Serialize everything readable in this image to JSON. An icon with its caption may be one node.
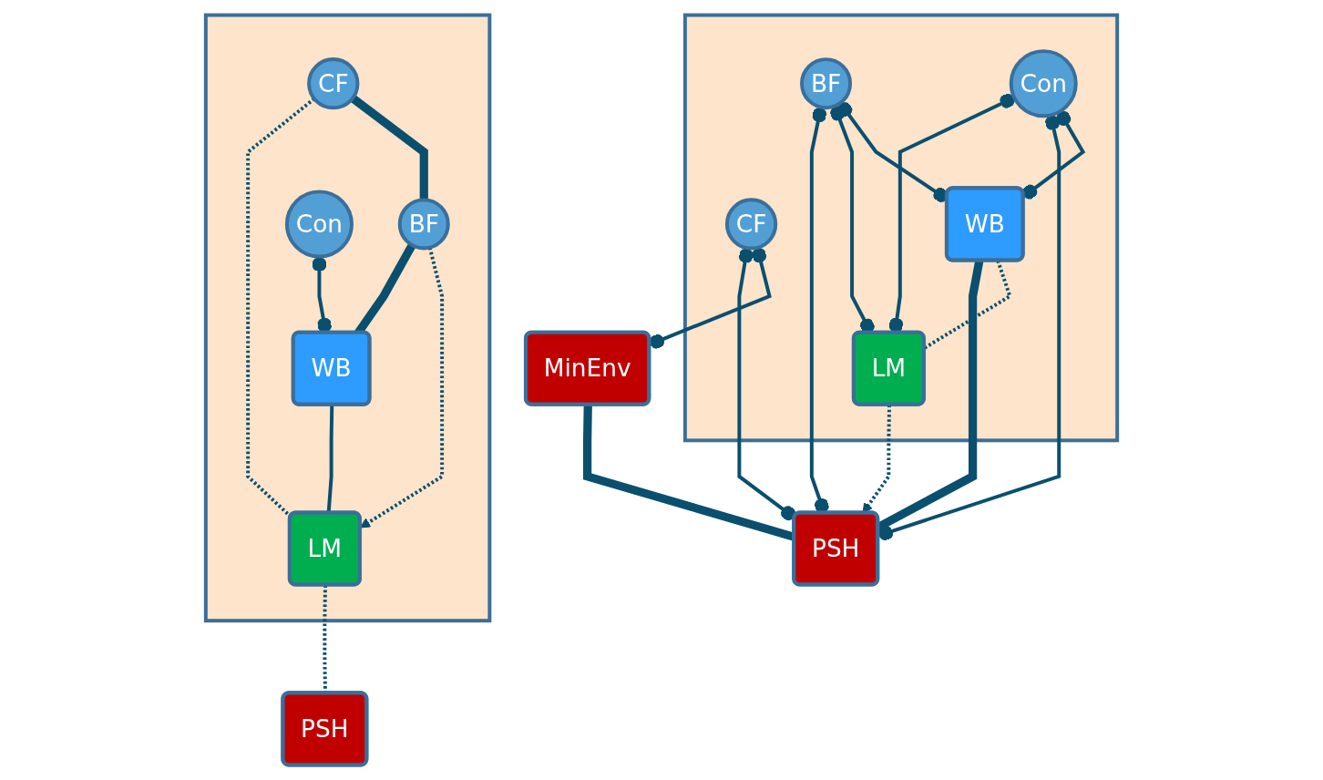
{
  "diagram": {
    "nodes": [
      {
        "text": [],
        "shape": "box"
      },
      {
        "text": [
          "CF"
        ],
        "in": 0
      },
      {
        "text": [
          "BF"
        ],
        "in": 0
      },
      {
        "text": [
          "Con"
        ],
        "in": 0
      },
      {
        "text": [
          "WB"
        ],
        "in": 0
      },
      {
        "text": [
          "LM"
        ],
        "in": 0
      },
      {
        "text": [
          "PSH"
        ]
      },
      {
        "text": [],
        "shape": "box"
      },
      {
        "text": [
          "CF"
        ],
        "in": 7
      },
      {
        "text": [
          "BF"
        ],
        "in": 7
      },
      {
        "text": [
          "Con"
        ],
        "in": 7
      },
      {
        "text": [
          "WB"
        ],
        "in": 7
      },
      {
        "text": [
          "LM"
        ],
        "in": 7
      },
      {
        "text": [
          "MinEnv"
        ]
      },
      {
        "text": [
          "PSH"
        ]
      }
    ],
    "edges": [
      {
        "from": 1,
        "to": 2,
        "arrow": "none",
        "style": "thick"
      },
      {
        "from": 3,
        "to": 4,
        "arrow": "other"
      },
      {
        "from": 1,
        "to": 5,
        "arrow": "none",
        "style": "dashed"
      },
      {
        "from": 2,
        "to": 5,
        "arrow": "to",
        "style": "dashed"
      },
      {
        "from": 2,
        "to": 4,
        "arrow": "none",
        "style": "thick"
      },
      {
        "from": 4,
        "to": 5,
        "arrow": "none"
      },
      {
        "from": 5,
        "to": 6,
        "arrow": "none",
        "style": "dashed"
      },
      {
        "from": 10,
        "to": 11,
        "arrow": "other"
      },
      {
        "from": 10,
        "to": 14,
        "arrow": "other"
      },
      {
        "from": 10,
        "to": 12,
        "arrow": "other"
      },
      {
        "from": 9,
        "to": 11,
        "arrow": "other"
      },
      {
        "from": 9,
        "to": 12,
        "arrow": "other"
      },
      {
        "from": 8,
        "to": 13,
        "arrow": "other"
      },
      {
        "from": 8,
        "to": 14,
        "arrow": "other"
      },
      {
        "from": 9,
        "to": 14,
        "arrow": "other"
      },
      {
        "from": 11,
        "to": 12,
        "arrow": "none",
        "style": "dashed"
      },
      {
        "from": 12,
        "to": 14,
        "arrow": "to",
        "style": "dashed"
      },
      {
        "from": 11,
        "to": 14,
        "arrow": "none",
        "style": "thick"
      },
      {
        "from": 13,
        "to": 14,
        "arrow": "none",
        "style": "thick"
      }
    ]
  }
}
